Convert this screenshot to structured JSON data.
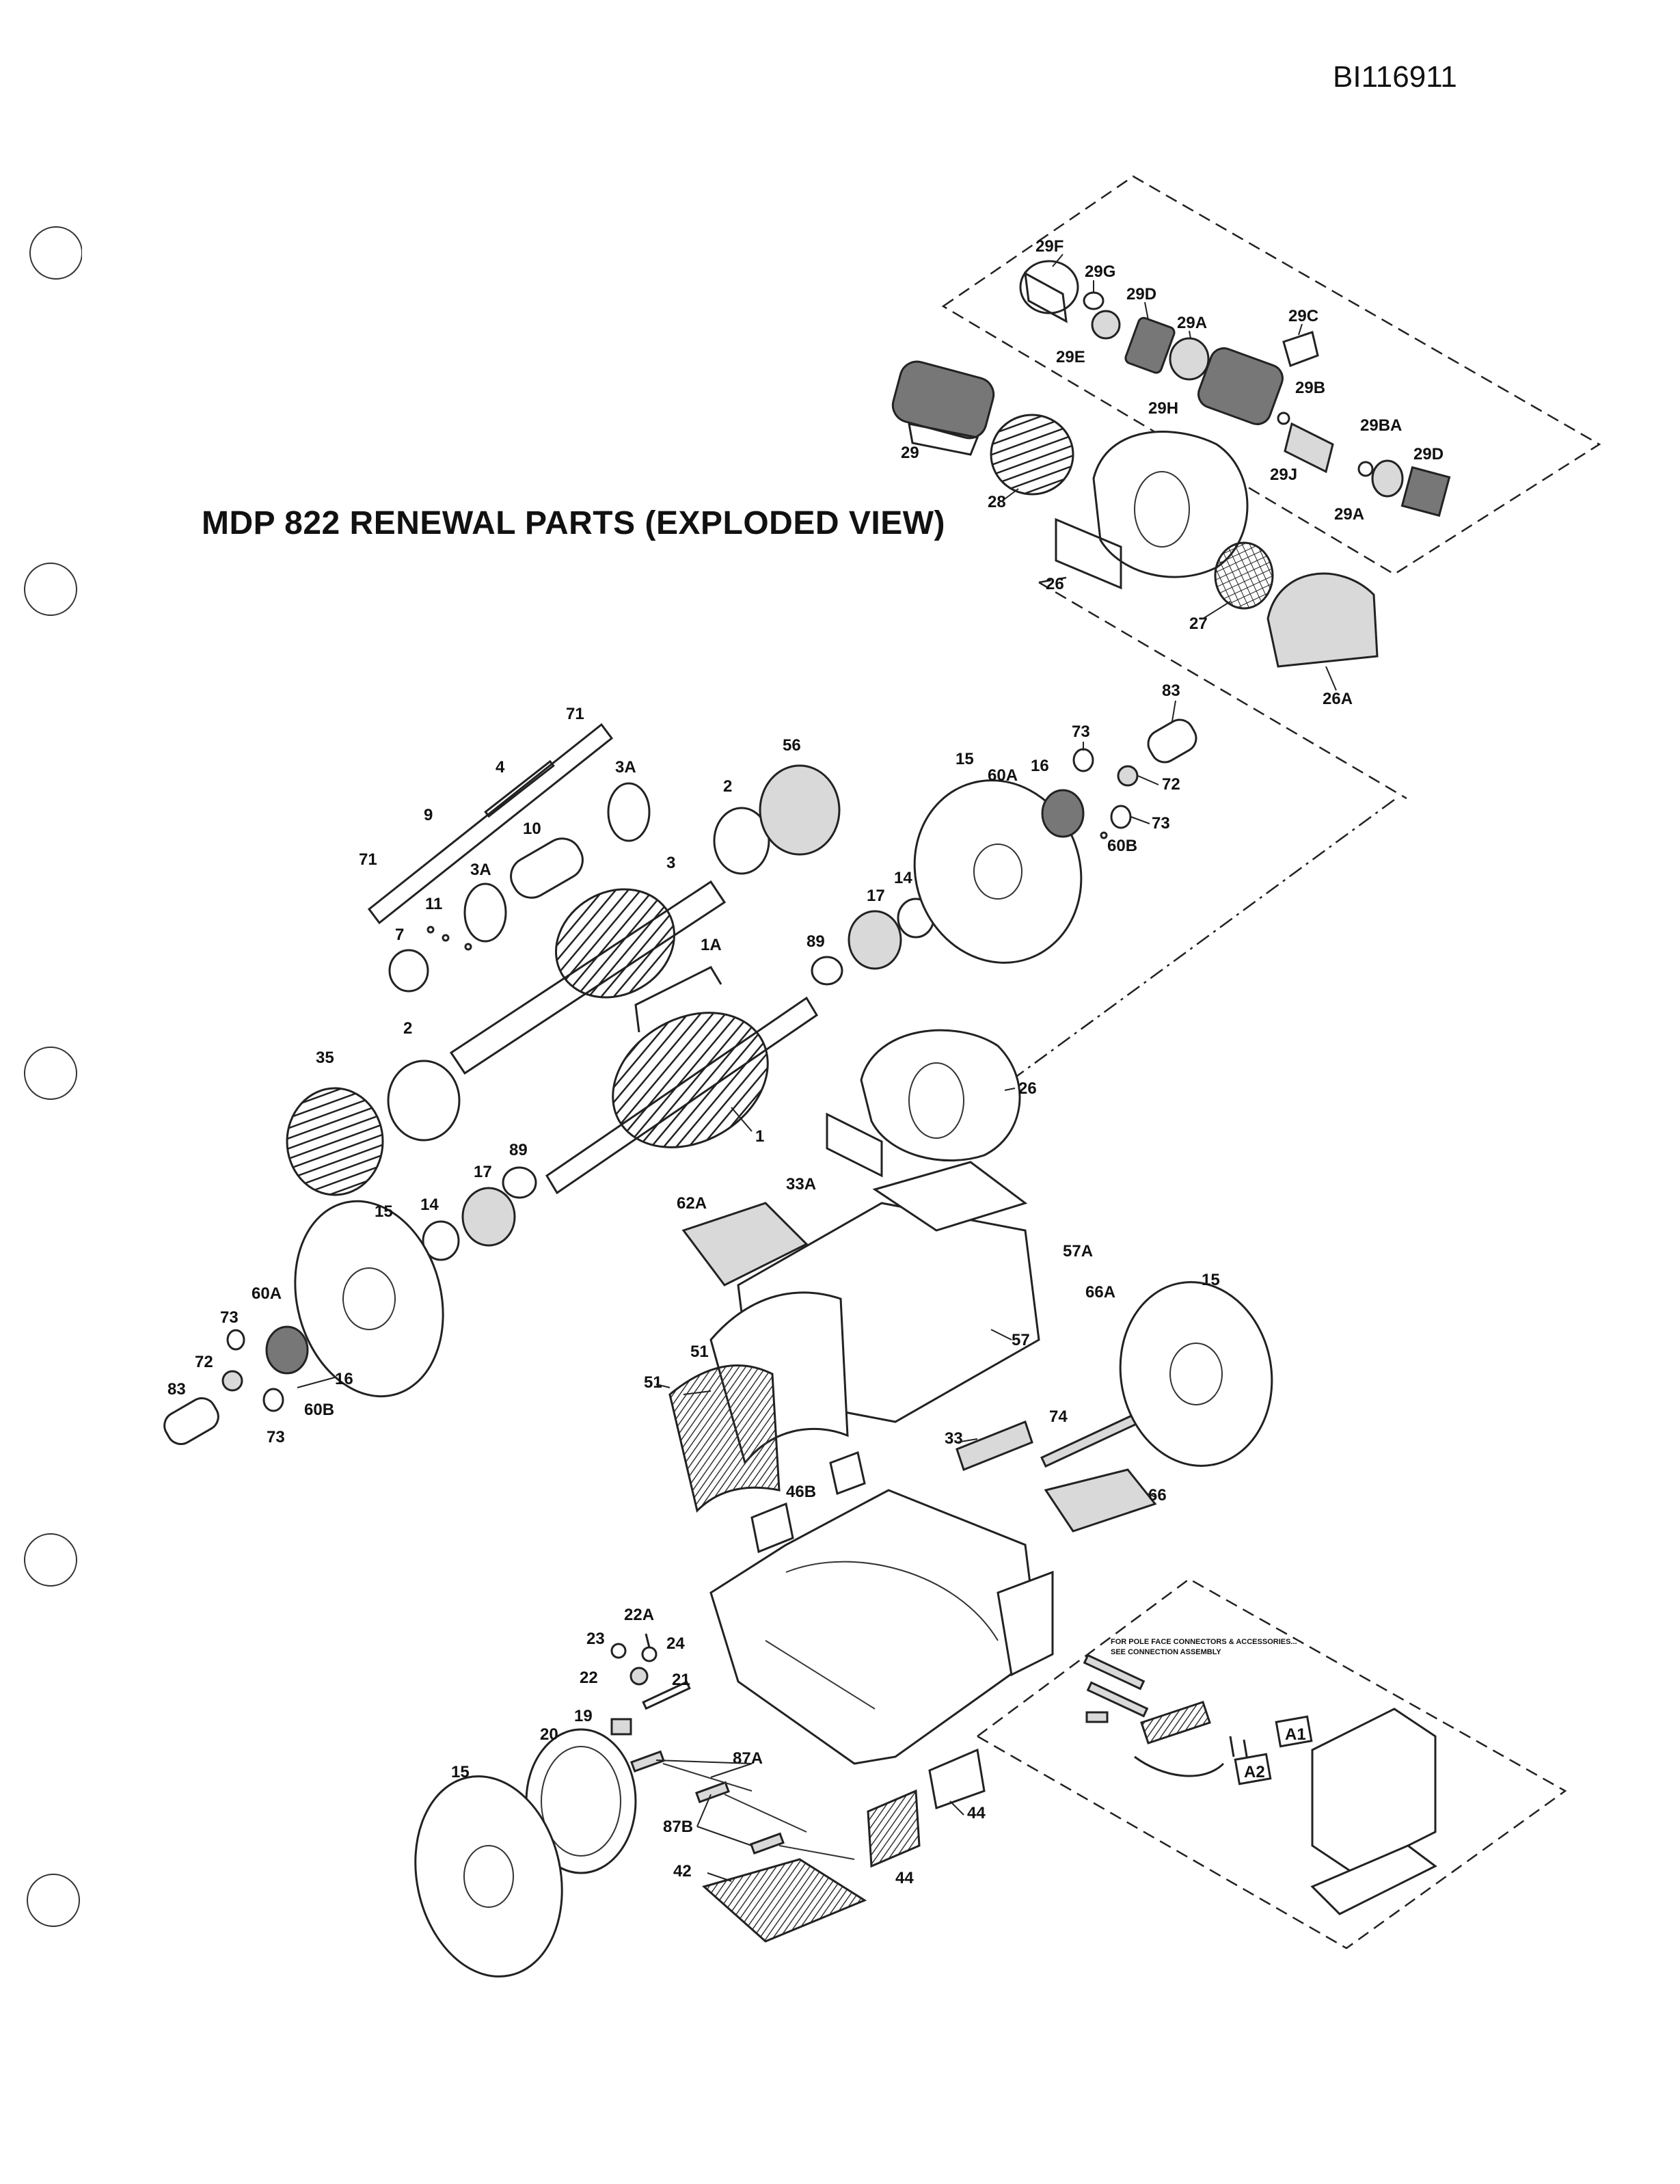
{
  "document_id": "BI116911",
  "title": "MDP 822 RENEWAL PARTS (EXPLODED VIEW)",
  "note": {
    "line1": "FOR POLE FACE CONNECTORS & ACCESSORIES...",
    "line2": "SEE CONNECTION ASSEMBLY"
  },
  "part_labels": [
    "29F",
    "29G",
    "29D",
    "29A",
    "29C",
    "29E",
    "29B",
    "29H",
    "29BA",
    "29",
    "29J",
    "29A",
    "29D",
    "28",
    "26",
    "27",
    "26A",
    "83",
    "71",
    "4",
    "56",
    "3A",
    "9",
    "2",
    "10",
    "15",
    "60A",
    "16",
    "73",
    "72",
    "73",
    "60B",
    "71",
    "3A",
    "3",
    "11",
    "7",
    "1A",
    "89",
    "17",
    "14",
    "35",
    "2",
    "1",
    "26",
    "89",
    "17",
    "14",
    "15",
    "33A",
    "62A",
    "57A",
    "60A",
    "66A",
    "15",
    "73",
    "72",
    "16",
    "83",
    "60B",
    "73",
    "57",
    "51",
    "51",
    "33",
    "74",
    "66",
    "46B",
    "22A",
    "23",
    "24",
    "22",
    "21",
    "19",
    "20",
    "15",
    "87A",
    "87B",
    "44",
    "44",
    "42",
    "A1",
    "A2"
  ],
  "colors": {
    "ink": "#222222",
    "paper": "#ffffff",
    "fill_light": "#d9d9d9",
    "fill_dark": "#777777"
  }
}
